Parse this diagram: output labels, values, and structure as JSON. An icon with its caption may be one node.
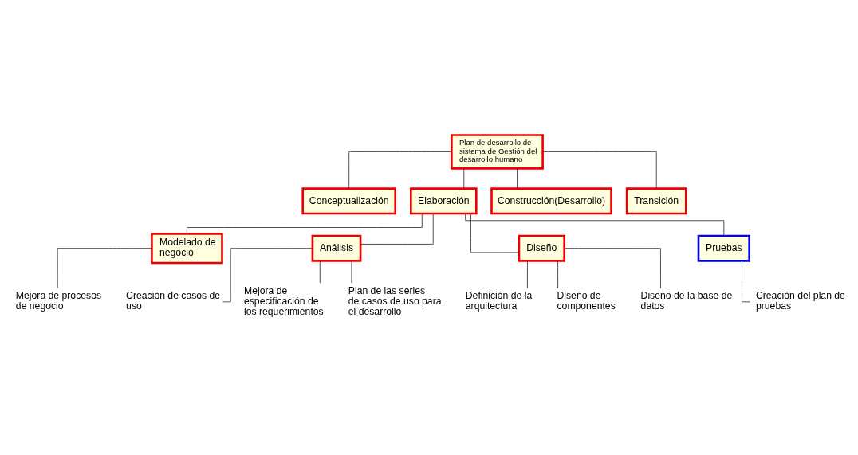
{
  "diagram": {
    "nodes": [
      {
        "text": [
          "Plan de desarrollo de sistema de Gestión del desarrollo humano"
        ]
      },
      {
        "text": [
          "Conceptualización"
        ]
      },
      {
        "text": [
          "Elaboración"
        ]
      },
      {
        "text": [
          "Construcción(Desarrollo)"
        ]
      },
      {
        "text": [
          "Transición"
        ]
      },
      {
        "text": [
          "Modelado de negocio"
        ]
      },
      {
        "text": [
          "Análisis"
        ]
      },
      {
        "text": [
          "Diseño"
        ]
      },
      {
        "text": [
          "Pruebas"
        ]
      },
      {
        "text": [
          "Mejora de procesos de negocio"
        ]
      },
      {
        "text": [
          "Creación de casos de uso"
        ]
      },
      {
        "text": [
          "Mejora de especificación de los requerimientos"
        ]
      },
      {
        "text": [
          "Plan de las series de casos de uso para el desarrollo"
        ]
      },
      {
        "text": [
          "Definición de la arquitectura"
        ]
      },
      {
        "text": [
          "Diseño de componentes"
        ]
      },
      {
        "text": [
          "Diseño de la base de datos"
        ]
      },
      {
        "text": [
          "Creación del plan de pruebas"
        ]
      }
    ],
    "edges": [
      {
        "from": 0,
        "to": 1,
        "arrow": "none"
      },
      {
        "from": 0,
        "to": 2,
        "arrow": "none"
      },
      {
        "from": 0,
        "to": 3,
        "arrow": "none"
      },
      {
        "from": 0,
        "to": 4,
        "arrow": "none"
      },
      {
        "from": 2,
        "to": 5,
        "arrow": "none"
      },
      {
        "from": 2,
        "to": 6,
        "arrow": "none"
      },
      {
        "from": 2,
        "to": 7,
        "arrow": "none"
      },
      {
        "from": 2,
        "to": 8,
        "arrow": "none"
      },
      {
        "from": 5,
        "to": 9,
        "arrow": "none"
      },
      {
        "from": 6,
        "to": 10,
        "arrow": "none"
      },
      {
        "from": 6,
        "to": 11,
        "arrow": "none"
      },
      {
        "from": 6,
        "to": 12,
        "arrow": "none"
      },
      {
        "from": 7,
        "to": 13,
        "arrow": "none"
      },
      {
        "from": 7,
        "to": 14,
        "arrow": "none"
      },
      {
        "from": 7,
        "to": 15,
        "arrow": "none"
      },
      {
        "from": 8,
        "to": 16,
        "arrow": "none"
      }
    ]
  }
}
